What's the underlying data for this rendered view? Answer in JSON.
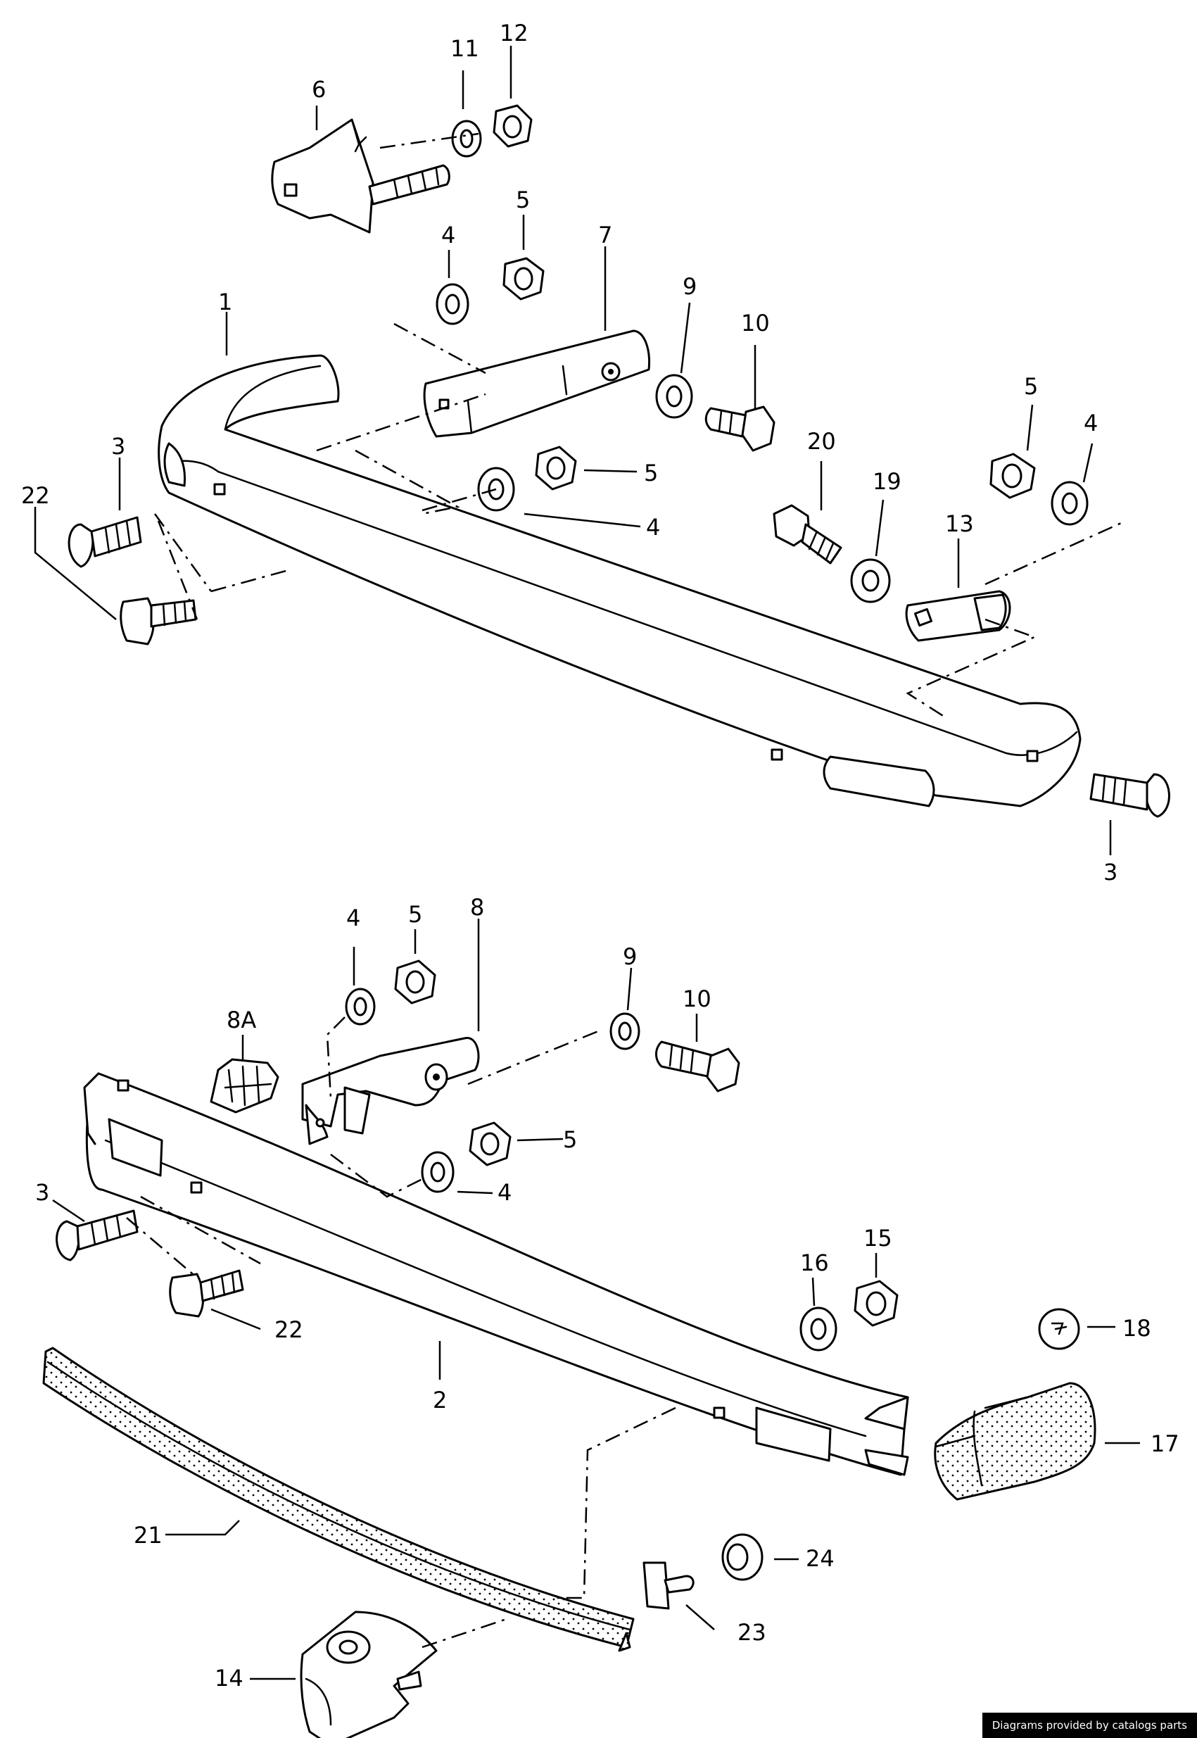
{
  "diagram": {
    "callouts": {
      "c1": "1",
      "c2": "2",
      "c3a": "3",
      "c3b": "3",
      "c3c": "3",
      "c4a": "4",
      "c4b": "4",
      "c4c": "4",
      "c4d": "4",
      "c4e": "4",
      "c5a": "5",
      "c5b": "5",
      "c5c": "5",
      "c5d": "5",
      "c5e": "5",
      "c6": "6",
      "c7": "7",
      "c8": "8",
      "c8a": "8A",
      "c9a": "9",
      "c9b": "9",
      "c10a": "10",
      "c10b": "10",
      "c11": "11",
      "c12": "12",
      "c13": "13",
      "c14": "14",
      "c15": "15",
      "c16": "16",
      "c17": "17",
      "c18": "18",
      "c19": "19",
      "c20": "20",
      "c21": "21",
      "c22a": "22",
      "c22b": "22",
      "c23": "23",
      "c24": "24"
    }
  },
  "credit": "Diagrams provided by catalogs parts"
}
